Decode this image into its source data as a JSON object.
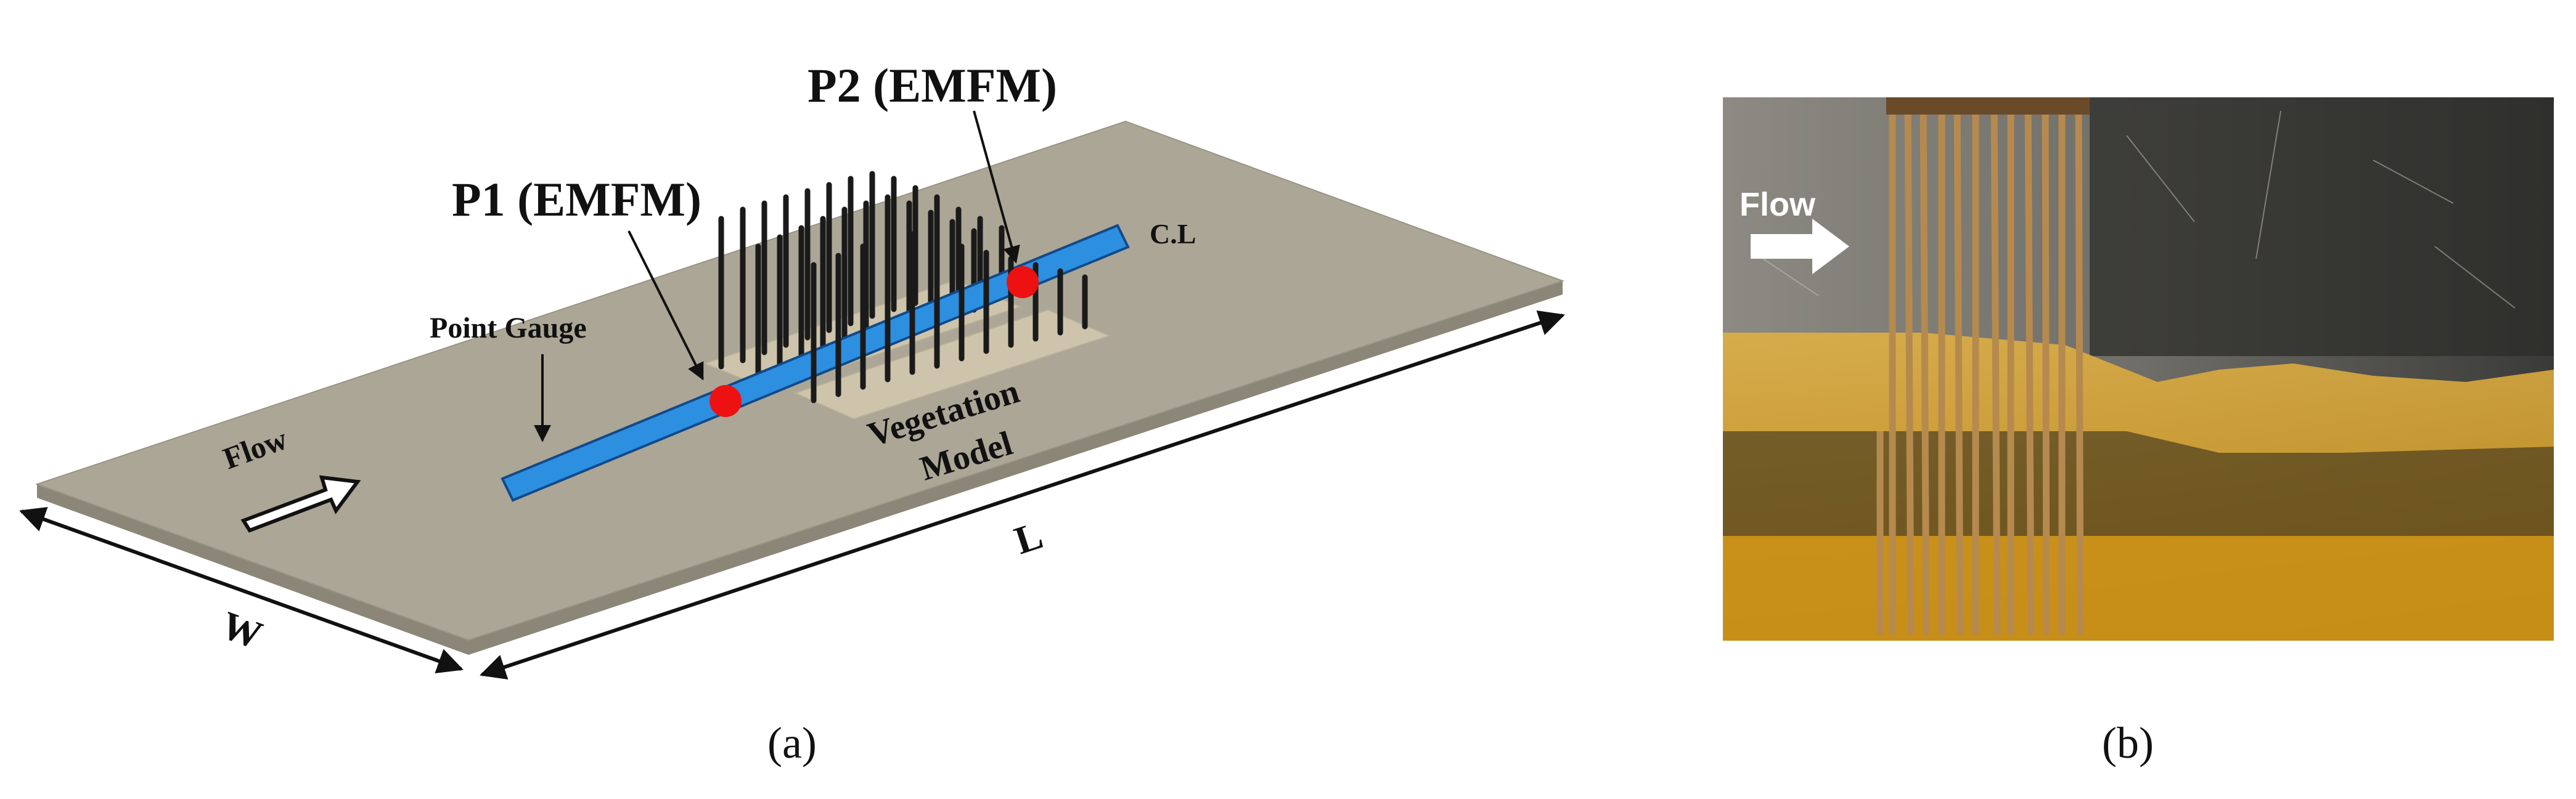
{
  "panel_a": {
    "caption": "(a)",
    "labels": {
      "p2": "P2 (EMFM)",
      "p1": "P1 (EMFM)",
      "centerline": "C.L",
      "point_gauge": "Point Gauge",
      "flow": "Flow",
      "vegetation_line1": "Vegetation",
      "vegetation_line2": "Model",
      "length": "L",
      "width": "W"
    }
  },
  "panel_b": {
    "caption": "(b)",
    "flow_label": "Flow"
  },
  "colors": {
    "channel_top": "#aca696",
    "channel_side": "#8b8677",
    "point_gauge_bar": "#2d8fe0",
    "probe": "#ee1111",
    "vegetation_base": "#cdc4ab",
    "stem": "#1a1a1a",
    "water": "#d9a128",
    "glass": "#7b7a73",
    "wood_rod": "#b68a4e"
  }
}
